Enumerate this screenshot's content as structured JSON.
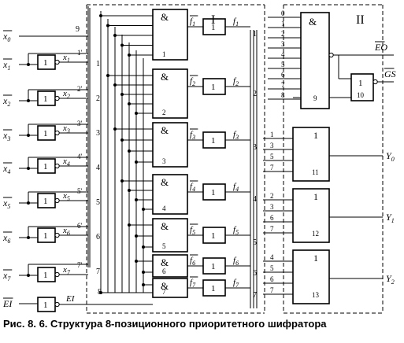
{
  "caption": "Рис. 8. 6. Структура 8-позиционного приоритетного шифратора",
  "section_labels": [
    "I",
    "II"
  ],
  "inputs": [
    {
      "name": "x0"
    },
    {
      "name": "x1"
    },
    {
      "name": "x2"
    },
    {
      "name": "x3"
    },
    {
      "name": "x4"
    },
    {
      "name": "x5"
    },
    {
      "name": "x6"
    },
    {
      "name": "x7"
    },
    {
      "name": "EI"
    }
  ],
  "inverter_symbol": "1",
  "and_symbol": "&",
  "or_symbol": "1",
  "and_gate_numbers": [
    "1",
    "2",
    "3",
    "4",
    "5",
    "6",
    "7"
  ],
  "f_outputs": [
    "f1",
    "f2",
    "f3",
    "f4",
    "f5",
    "f6",
    "f7"
  ],
  "bus_numbers": [
    "1",
    "2",
    "3",
    "4",
    "5",
    "6",
    "7"
  ],
  "in_bus_primes": [
    "1'",
    "2'",
    "3'",
    "4'",
    "5'",
    "6'",
    "7'"
  ],
  "gate9": {
    "number": "9",
    "inputs": [
      "0",
      "1",
      "2",
      "3",
      "4",
      "5",
      "6",
      "7",
      "8"
    ]
  },
  "gate10": {
    "number": "10"
  },
  "or_gates": [
    {
      "number": "11",
      "inputs": [
        "1",
        "3",
        "5",
        "7"
      ],
      "output": "Y0"
    },
    {
      "number": "12",
      "inputs": [
        "2",
        "3",
        "6",
        "7"
      ],
      "output": "Y1"
    },
    {
      "number": "13",
      "inputs": [
        "4",
        "5",
        "6",
        "7"
      ],
      "output": "Y2"
    }
  ],
  "outputs": {
    "eo": "EO",
    "gs": "GS"
  },
  "x_labels": [
    "x1",
    "x2",
    "x3",
    "x4",
    "x5",
    "x6",
    "x7"
  ],
  "ei_label": "EI",
  "wire_numbers": {
    "x0_line": "9",
    "ei_line": "8"
  }
}
